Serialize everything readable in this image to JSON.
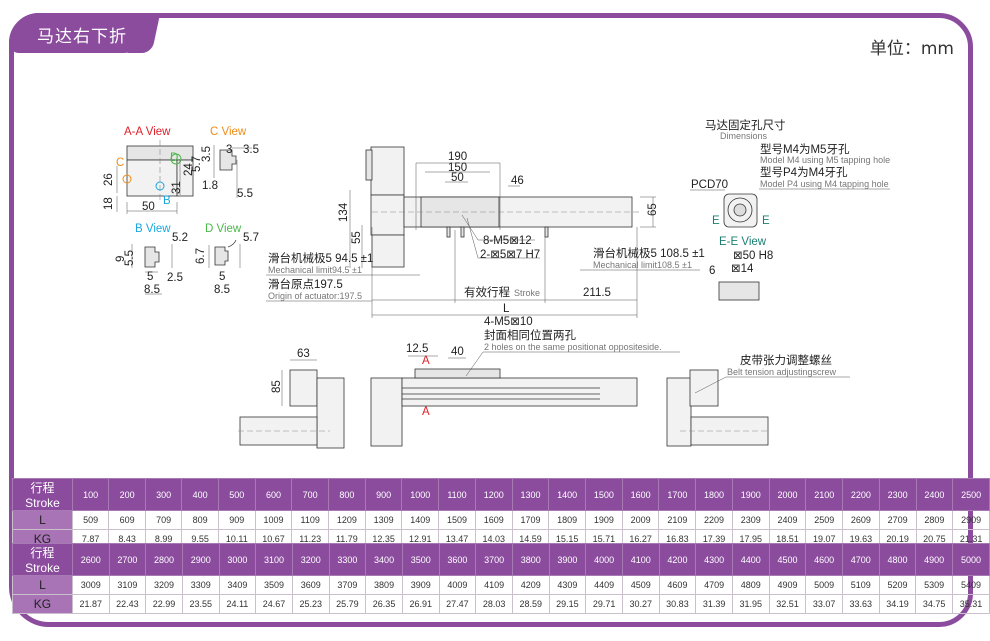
{
  "header": {
    "title": "马达右下折",
    "unit": "单位：mm"
  },
  "colors": {
    "frame": "#8b4c9e",
    "label_cell": "#a874b5",
    "view_a": "#e0202a",
    "view_c": "#f08c1a",
    "view_b": "#1aa6df",
    "view_d": "#4cb848",
    "view_e": "#1a7f72"
  },
  "views": {
    "aa": {
      "title": "A-A View",
      "dims": [
        "26",
        "18",
        "50",
        "24",
        "31"
      ],
      "markers": [
        "C",
        "D",
        "B"
      ]
    },
    "c": {
      "title": "C View",
      "dims": [
        "3.5",
        "3",
        "3.5",
        "5.7",
        "1.8",
        "5.5"
      ]
    },
    "b": {
      "title": "B View",
      "dims": [
        "9",
        "5.5",
        "5.2",
        "5",
        "2.5",
        "8.5"
      ]
    },
    "d": {
      "title": "D View",
      "dims": [
        "5.7",
        "6.7",
        "5",
        "8.5"
      ]
    },
    "ee": {
      "title": "E-E View",
      "marker": "E",
      "pcd": "PCD70",
      "dims": [
        "⊠50 H8",
        "⊠14",
        "6"
      ]
    }
  },
  "main": {
    "dims": {
      "d190": "190",
      "d150": "150",
      "d50": "50",
      "d46": "46",
      "d65": "65",
      "d134": "134",
      "d55": "55",
      "d2115": "211.5",
      "L": "L"
    },
    "holes1": "8-M5⊠12",
    "holes2": "2-⊠5⊠7 H7",
    "mech_left_cn": "滑台机械极5  94.5 ±1",
    "mech_left_en": "Mechanical limit94.5 ±1",
    "origin_cn": "滑台原点197.5",
    "origin_en": "Origin of actuator:197.5",
    "stroke_cn": "有效行程",
    "stroke_en": "Stroke",
    "mech_right_cn": "滑台机械极5  108.5 ±1",
    "mech_right_en": "Mechanical limit108.5 ±1"
  },
  "motor_holes": {
    "title_cn": "马达固定孔尺寸",
    "title_en": "Dimensions",
    "m4_cn": "型号M4为M5牙孔",
    "m4_en": "Model M4 using M5 tapping hole",
    "p4_cn": "型号P4为M4牙孔",
    "p4_en": "Model P4 using M4 tapping hole"
  },
  "lower": {
    "d63": "63",
    "d85": "85",
    "d125": "12.5",
    "d40": "40",
    "section": "A",
    "holes_cn": "4-M5⊠10",
    "holes_cn2": "封面相同位置两孔",
    "holes_en": "2 holes on the same positionat oppositeside.",
    "belt_cn": "皮带张力调整螺丝",
    "belt_en": "Belt tension adjustingscrew"
  },
  "table": {
    "row_labels": [
      "行程 Stroke",
      "L",
      "KG"
    ],
    "blocks": [
      {
        "stroke": [
          "100",
          "200",
          "300",
          "400",
          "500",
          "600",
          "700",
          "800",
          "900",
          "1000",
          "1100",
          "1200",
          "1300",
          "1400",
          "1500",
          "1600",
          "1700",
          "1800",
          "1900",
          "2000",
          "2100",
          "2200",
          "2300",
          "2400",
          "2500"
        ],
        "L": [
          "509",
          "609",
          "709",
          "809",
          "909",
          "1009",
          "1109",
          "1209",
          "1309",
          "1409",
          "1509",
          "1609",
          "1709",
          "1809",
          "1909",
          "2009",
          "2109",
          "2209",
          "2309",
          "2409",
          "2509",
          "2609",
          "2709",
          "2809",
          "2909"
        ],
        "KG": [
          "7.87",
          "8.43",
          "8.99",
          "9.55",
          "10.11",
          "10.67",
          "11.23",
          "11.79",
          "12.35",
          "12.91",
          "13.47",
          "14.03",
          "14.59",
          "15.15",
          "15.71",
          "16.27",
          "16.83",
          "17.39",
          "17.95",
          "18.51",
          "19.07",
          "19.63",
          "20.19",
          "20.75",
          "21.31"
        ]
      },
      {
        "stroke": [
          "2600",
          "2700",
          "2800",
          "2900",
          "3000",
          "3100",
          "3200",
          "3300",
          "3400",
          "3500",
          "3600",
          "3700",
          "3800",
          "3900",
          "4000",
          "4100",
          "4200",
          "4300",
          "4400",
          "4500",
          "4600",
          "4700",
          "4800",
          "4900",
          "5000"
        ],
        "L": [
          "3009",
          "3109",
          "3209",
          "3309",
          "3409",
          "3509",
          "3609",
          "3709",
          "3809",
          "3909",
          "4009",
          "4109",
          "4209",
          "4309",
          "4409",
          "4509",
          "4609",
          "4709",
          "4809",
          "4909",
          "5009",
          "5109",
          "5209",
          "5309",
          "5409"
        ],
        "KG": [
          "21.87",
          "22.43",
          "22.99",
          "23.55",
          "24.11",
          "24.67",
          "25.23",
          "25.79",
          "26.35",
          "26.91",
          "27.47",
          "28.03",
          "28.59",
          "29.15",
          "29.71",
          "30.27",
          "30.83",
          "31.39",
          "31.95",
          "32.51",
          "33.07",
          "33.63",
          "34.19",
          "34.75",
          "35.31"
        ]
      }
    ]
  }
}
